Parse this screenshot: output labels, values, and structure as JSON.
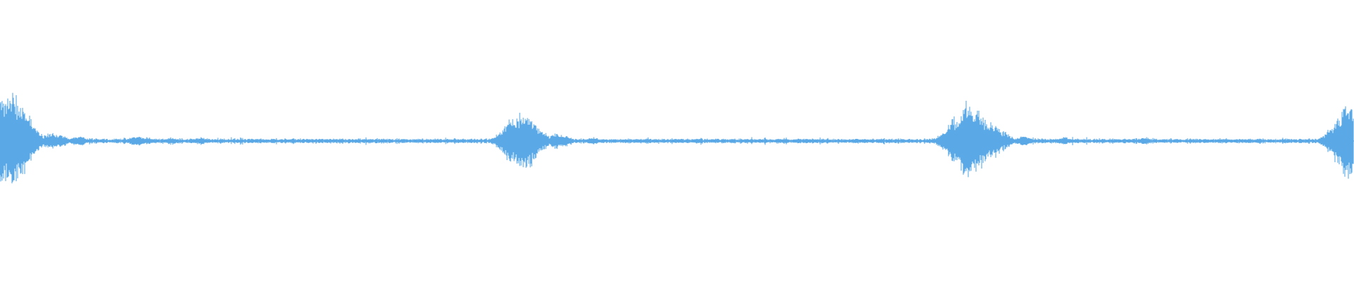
{
  "waveform": {
    "color": "#5aa9e6",
    "bursts": [
      {
        "position": 0.0,
        "amplitude": 0.32
      },
      {
        "position": 0.008,
        "amplitude": 0.38
      },
      {
        "position": 0.026,
        "amplitude": 0.08
      },
      {
        "position": 0.038,
        "amplitude": 0.07
      },
      {
        "position": 0.045,
        "amplitude": 0.05
      },
      {
        "position": 0.058,
        "amplitude": 0.04
      },
      {
        "position": 0.101,
        "amplitude": 0.04
      },
      {
        "position": 0.108,
        "amplitude": 0.03
      },
      {
        "position": 0.127,
        "amplitude": 0.03
      },
      {
        "position": 0.148,
        "amplitude": 0.03
      },
      {
        "position": 0.379,
        "amplitude": 0.18
      },
      {
        "position": 0.387,
        "amplitude": 0.24
      },
      {
        "position": 0.399,
        "amplitude": 0.08
      },
      {
        "position": 0.411,
        "amplitude": 0.06
      },
      {
        "position": 0.418,
        "amplitude": 0.04
      },
      {
        "position": 0.438,
        "amplitude": 0.03
      },
      {
        "position": 0.707,
        "amplitude": 0.2
      },
      {
        "position": 0.716,
        "amplitude": 0.3
      },
      {
        "position": 0.722,
        "amplitude": 0.2
      },
      {
        "position": 0.731,
        "amplitude": 0.16
      },
      {
        "position": 0.74,
        "amplitude": 0.08
      },
      {
        "position": 0.756,
        "amplitude": 0.04
      },
      {
        "position": 0.786,
        "amplitude": 0.03
      },
      {
        "position": 0.845,
        "amplitude": 0.03
      },
      {
        "position": 0.987,
        "amplitude": 0.13
      },
      {
        "position": 0.997,
        "amplitude": 0.3
      }
    ]
  }
}
